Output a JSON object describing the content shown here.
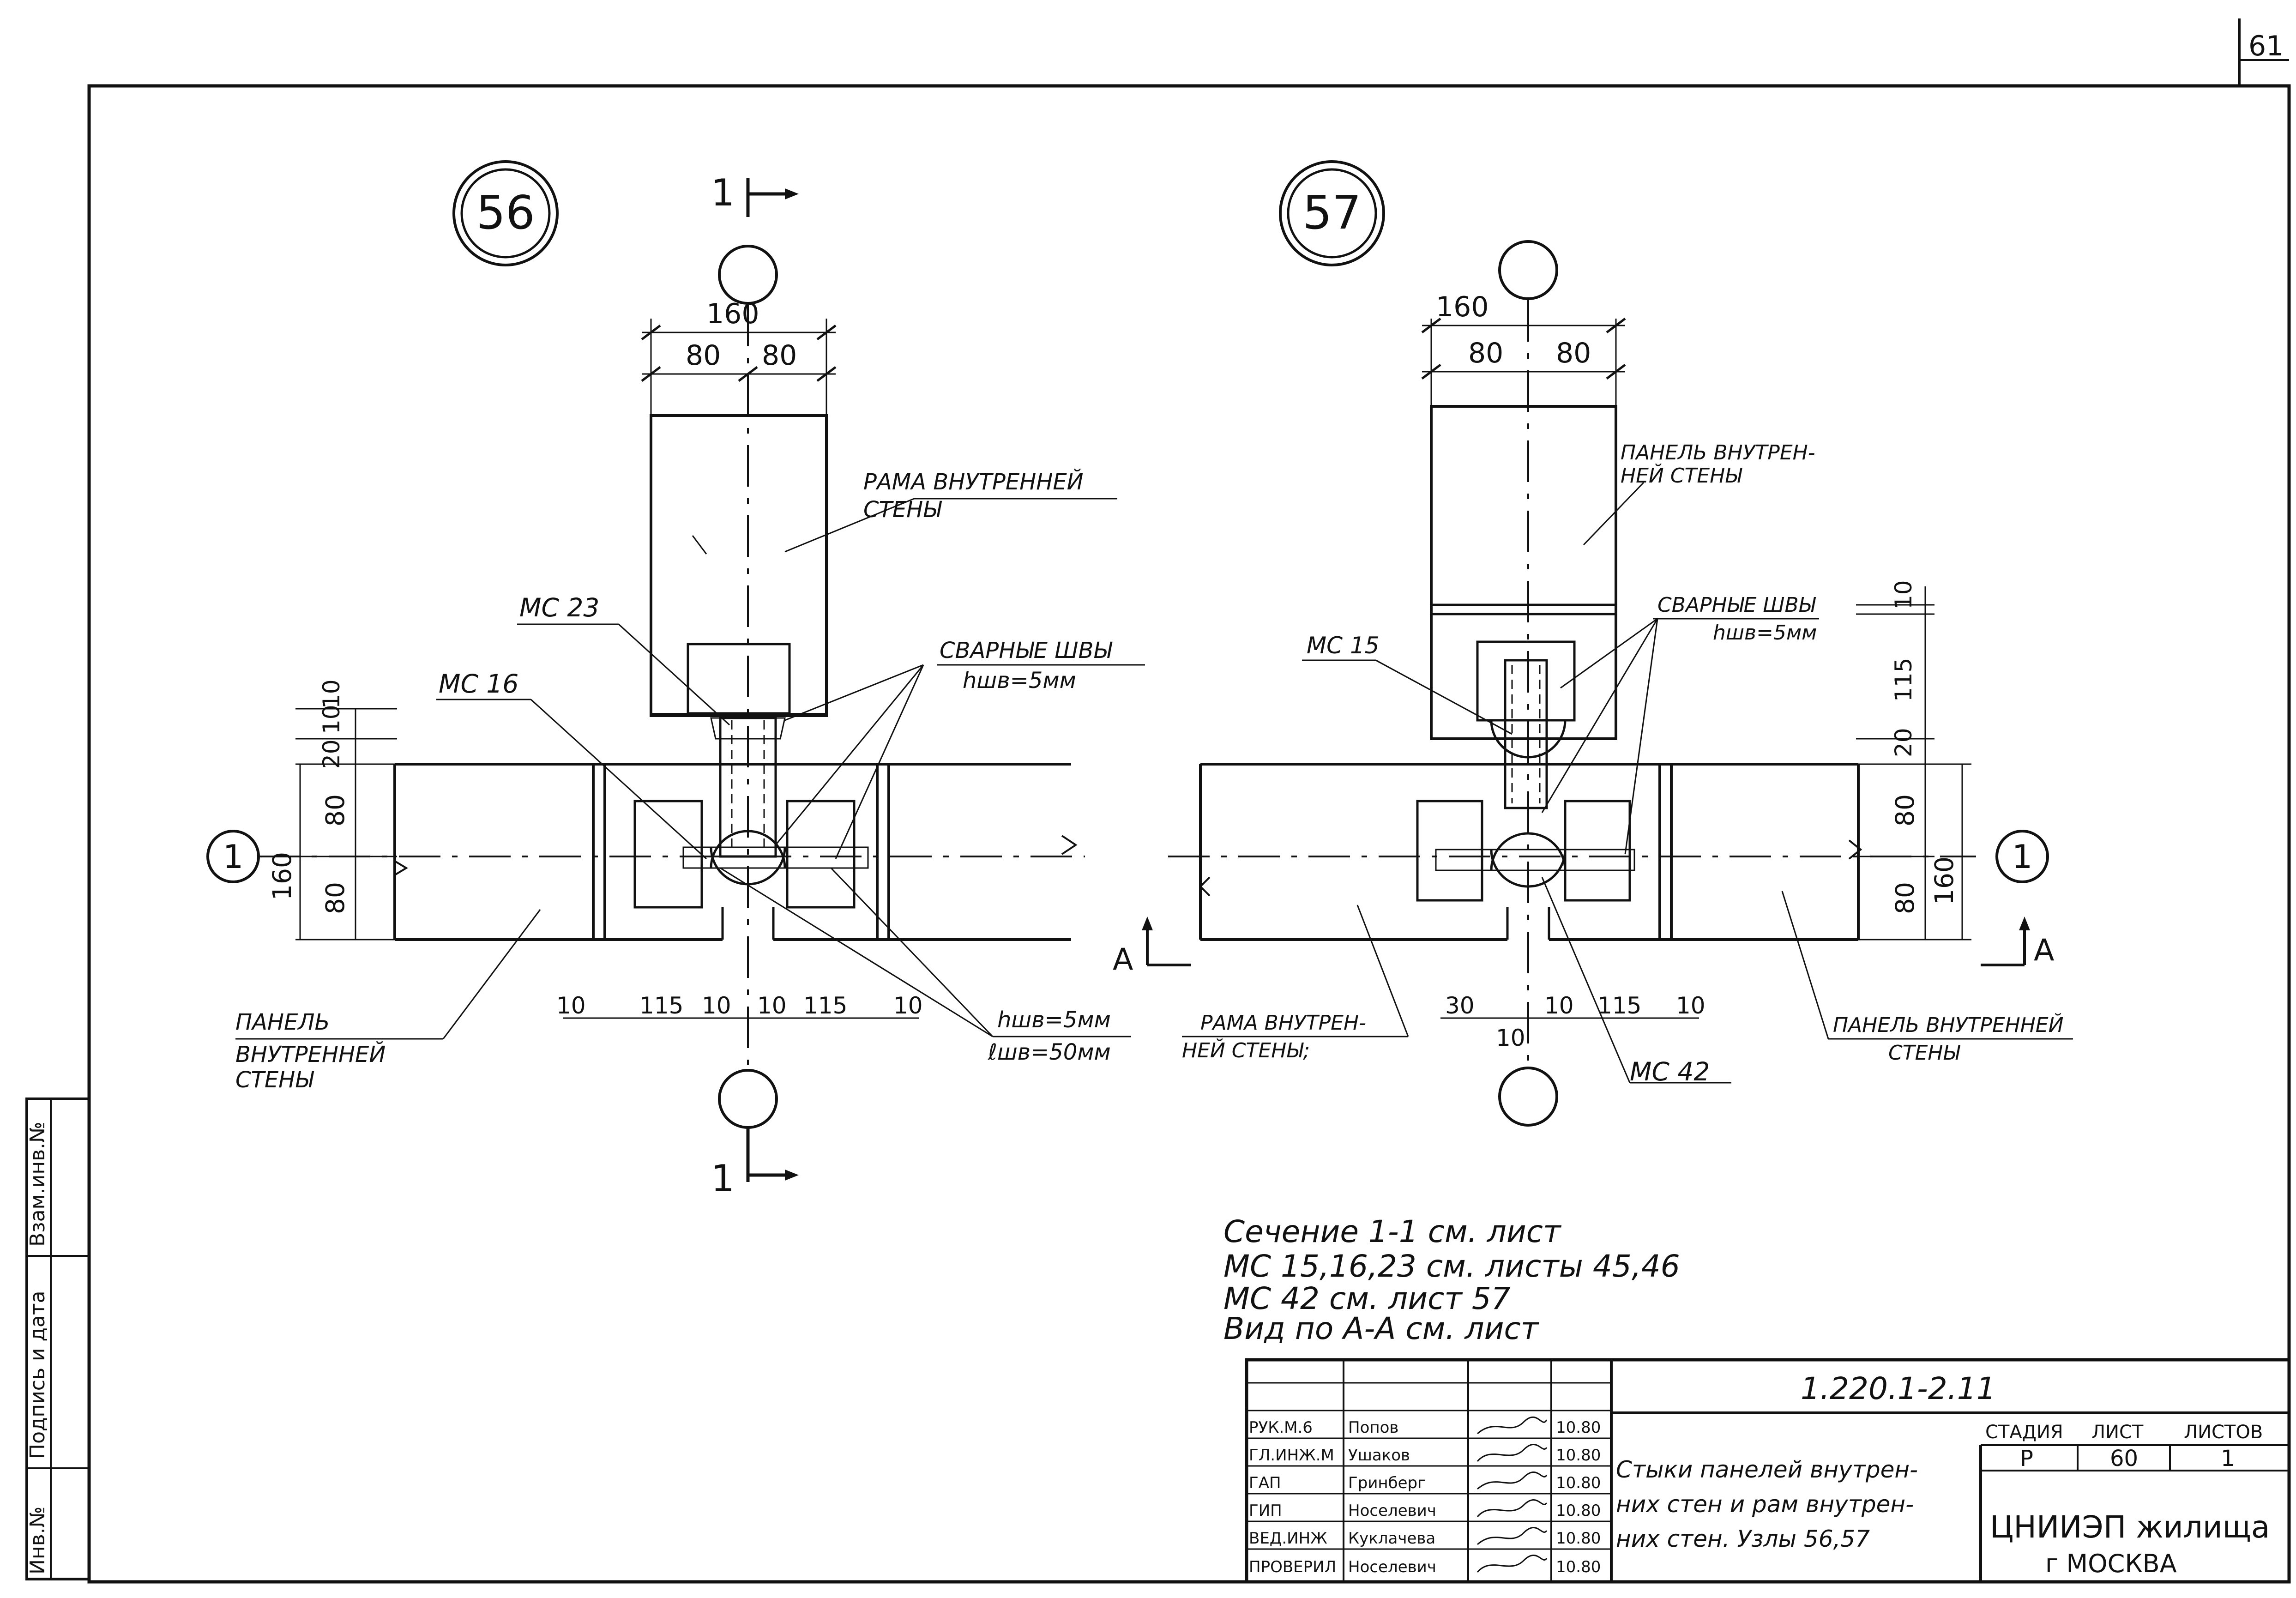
{
  "sheet_corner": "61",
  "node_a": {
    "number": "56",
    "section_top": "1",
    "section_bottom": "1",
    "axis": "1",
    "dim_total_top": "160",
    "dim_half_left": "80",
    "dim_half_right": "80",
    "label_frame": [
      "РАМА ВНУТРЕННЕЙ",
      "СТЕНЫ"
    ],
    "label_mc23": "МС 23",
    "label_mc16": "МС 16",
    "label_welds": [
      "СВАРНЫЕ ШВЫ",
      "hшв=5мм"
    ],
    "label_welds_bottom": [
      "hшв=5мм",
      "ℓшв=50мм"
    ],
    "label_panel": [
      "ПАНЕЛЬ",
      "ВНУТРЕННЕЙ",
      "СТЕНЫ"
    ],
    "dims_left_vertical": [
      "10",
      "10",
      "20",
      "80",
      "80",
      "160"
    ],
    "dims_bottom": [
      "10",
      "115",
      "10",
      "10",
      "115",
      "10"
    ]
  },
  "node_b": {
    "number": "57",
    "axis": "1",
    "view_mark": "А",
    "dim_total_top": "160",
    "dim_half_left": "80",
    "dim_half_right": "80",
    "label_panel_top": [
      "ПАНЕЛЬ ВНУТРЕН-",
      "НЕЙ СТЕНЫ"
    ],
    "label_mc15": "МС 15",
    "label_welds": [
      "СВАРНЫЕ ШВЫ",
      "hшв=5мм"
    ],
    "label_mc42": "МС 42",
    "label_frame": [
      "РАМА ВНУТРЕН-",
      "НЕЙ СТЕНЫ;"
    ],
    "label_panel_right": [
      "ПАНЕЛЬ ВНУТРЕННЕЙ",
      "СТЕНЫ"
    ],
    "dims_right_vertical": [
      "10",
      "115",
      "20",
      "80",
      "80",
      "160"
    ],
    "dims_bottom": [
      "30",
      "10",
      "115",
      "10",
      "10"
    ]
  },
  "notes": [
    "Сечение 1-1 см. лист",
    "МС 15,16,23 см. листы 45,46",
    "МС 42 см. лист 57",
    "Вид по А-А см. лист"
  ],
  "side_stamp": [
    "Инв.№",
    "Подпись и дата",
    "Взам.инв.№"
  ],
  "title_block": {
    "doc_code": "1.220.1-2.11",
    "title": [
      "Стыки панелей внутрен-",
      "них стен и рам внутрен-",
      "них стен. Узлы 56,57"
    ],
    "stage_header": "СТАДИЯ",
    "sheet_header": "ЛИСТ",
    "sheets_header": "ЛИСТОВ",
    "stage": "Р",
    "sheet": "60",
    "sheets": "1",
    "org": "ЦНИИЭП жилища",
    "city": "г МОСКВА",
    "people": [
      {
        "role": "РУК.М.6",
        "name": "Попов",
        "date": "10.80"
      },
      {
        "role": "ГЛ.ИНЖ.М",
        "name": "Ушаков",
        "date": "10.80"
      },
      {
        "role": "ГАП",
        "name": "Гринберг",
        "date": "10.80"
      },
      {
        "role": "ГИП",
        "name": "Носелевич",
        "date": "10.80"
      },
      {
        "role": "ВЕД.ИНЖ",
        "name": "Куклачева",
        "date": "10.80"
      },
      {
        "role": "ПРОВЕРИЛ",
        "name": "Носелевич",
        "date": "10.80"
      }
    ]
  }
}
